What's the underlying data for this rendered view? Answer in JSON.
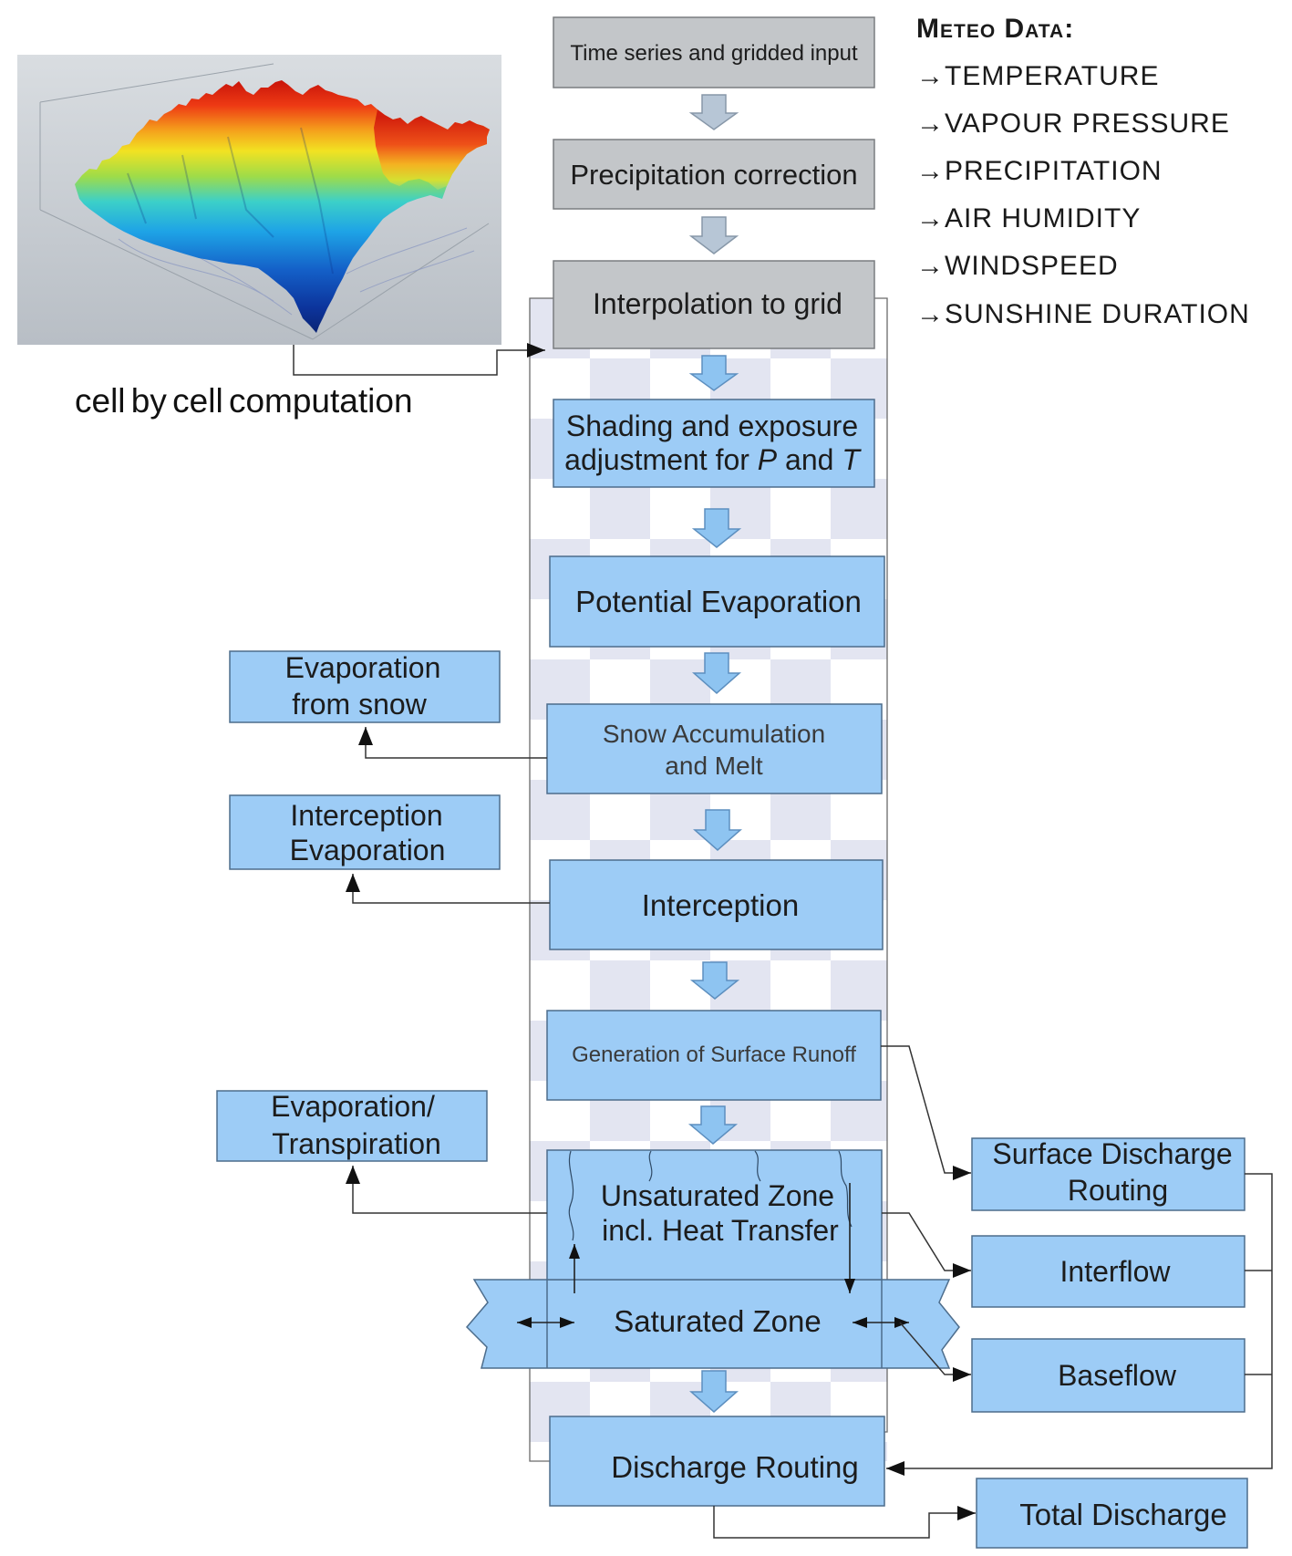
{
  "diagram": {
    "terrain_caption": "cell by cell computation",
    "meteo": {
      "title": "Meteo Data:",
      "items": [
        "→TEMPERATURE",
        "→VAPOUR PRESSURE",
        "→PRECIPITATION",
        "→AIR HUMIDITY",
        "→WINDSPEED",
        "→SUNSHINE DURATION"
      ]
    },
    "main_flow": {
      "time_series": "Time series and gridded input",
      "precip_correction": "Precipitation correction",
      "interpolation": "Interpolation to grid",
      "shading": {
        "line1": "Shading and exposure",
        "line2_prefix": "adjustment for ",
        "var_p": "P",
        "conj": " and ",
        "var_t": "T"
      },
      "potential_evaporation": "Potential Evaporation",
      "snow": [
        "Snow Accumulation",
        "and Melt"
      ],
      "interception": "Interception",
      "surface_runoff": "Generation of Surface Runoff",
      "unsaturated": [
        "Unsaturated Zone",
        "incl. Heat Transfer"
      ],
      "saturated": "Saturated Zone",
      "discharge_routing": "Discharge Routing"
    },
    "side_outputs": {
      "evap_snow": [
        "Evaporation",
        "from snow"
      ],
      "interception_evap": [
        "Interception",
        "Evaporation"
      ],
      "evap_transpiration": [
        "Evaporation/",
        "Transpiration"
      ]
    },
    "runoff_components": {
      "surface_discharge": [
        "Surface Discharge",
        "Routing"
      ],
      "interflow": "Interflow",
      "baseflow": "Baseflow",
      "total_discharge": "Total Discharge"
    },
    "colors": {
      "box_blue": "#9dccf6",
      "box_gray": "#c3c6c9",
      "arrow_blue": "#8ec4f1",
      "arrow_gray": "#b7c6d6"
    }
  }
}
